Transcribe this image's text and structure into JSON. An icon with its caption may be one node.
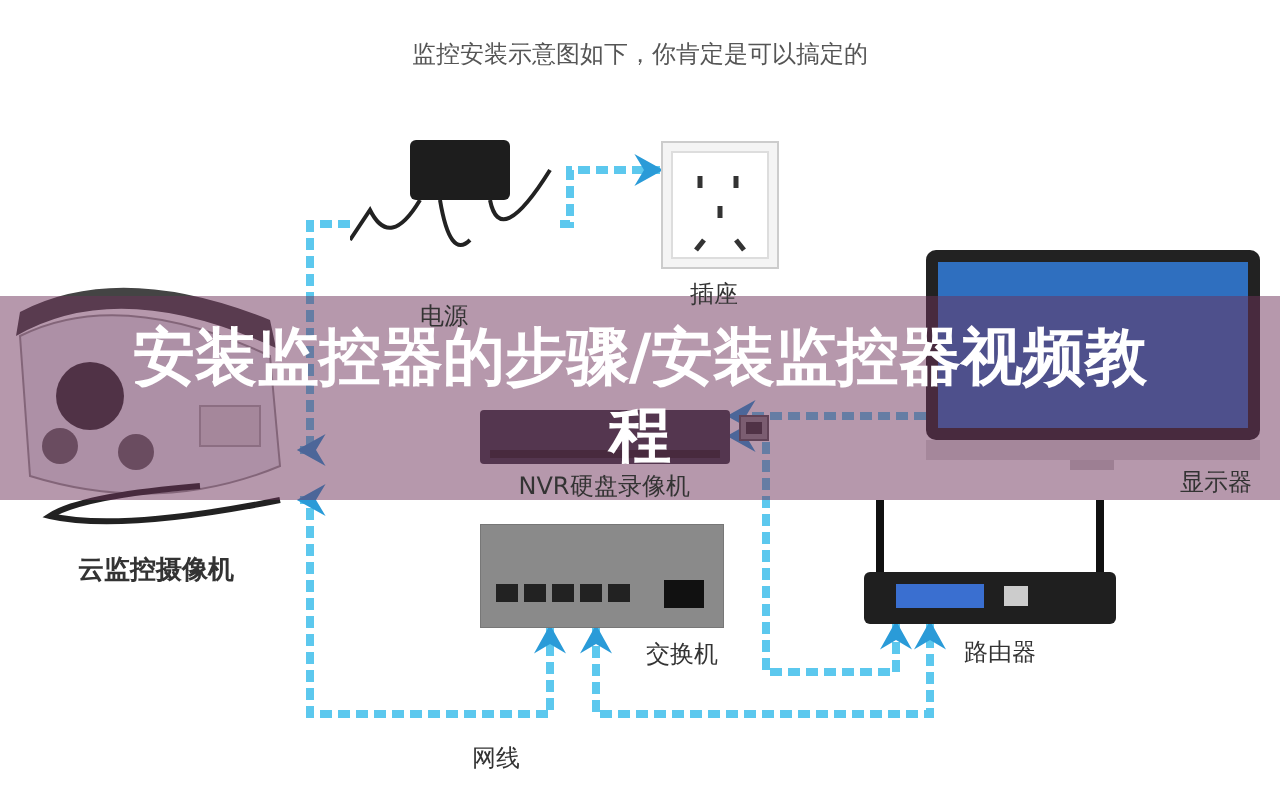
{
  "diagram": {
    "title": "监控安装示意图如下，你肯定是可以搞定的",
    "nodes": [
      {
        "text": [
          "云监控摄像机"
        ]
      },
      {
        "text": [
          "电源"
        ]
      },
      {
        "text": [
          "插座"
        ]
      },
      {
        "text": [
          "NVR硬盘录像机"
        ]
      },
      {
        "text": [
          "显示器"
        ]
      },
      {
        "text": [
          "交换机"
        ]
      },
      {
        "text": [
          "路由器"
        ]
      }
    ],
    "edges": [
      {
        "from": 1,
        "to": 0,
        "arrow": "to"
      },
      {
        "from": 1,
        "to": 2,
        "arrow": "to"
      },
      {
        "from": 0,
        "to": 5,
        "arrow": "both"
      },
      {
        "from": 5,
        "to": 6,
        "arrow": "both"
      },
      {
        "from": 6,
        "to": 3,
        "arrow": "both"
      },
      {
        "from": 4,
        "to": 3,
        "arrow": "to"
      }
    ],
    "labels": [
      "网线",
      "安装监控器的步骤/安装监控器视频教程"
    ]
  }
}
